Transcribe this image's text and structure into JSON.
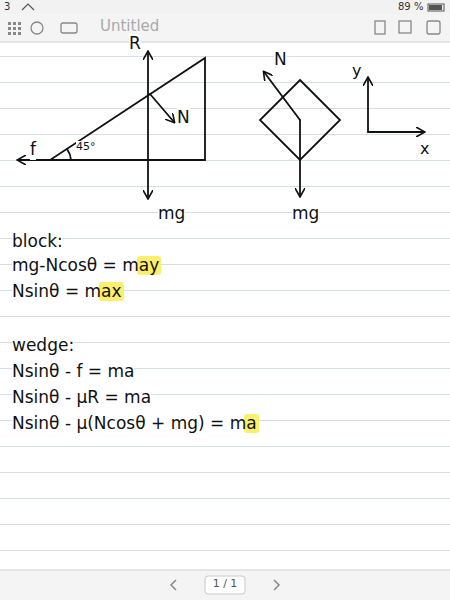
{
  "diagram": {
    "labels": [
      "3",
      "89 %",
      "Untitled",
      "R",
      "N",
      "y",
      "f",
      "45°",
      "N",
      "x",
      "mg",
      "mg",
      "block:",
      "mg-Ncosθ = may",
      "Nsinθ = max",
      "wedge:",
      "Nsinθ - f = ma",
      "Nsinθ - μR = ma",
      "Nsinθ - μ(Ncosθ + mg) = ma",
      "1 / 1"
    ]
  }
}
